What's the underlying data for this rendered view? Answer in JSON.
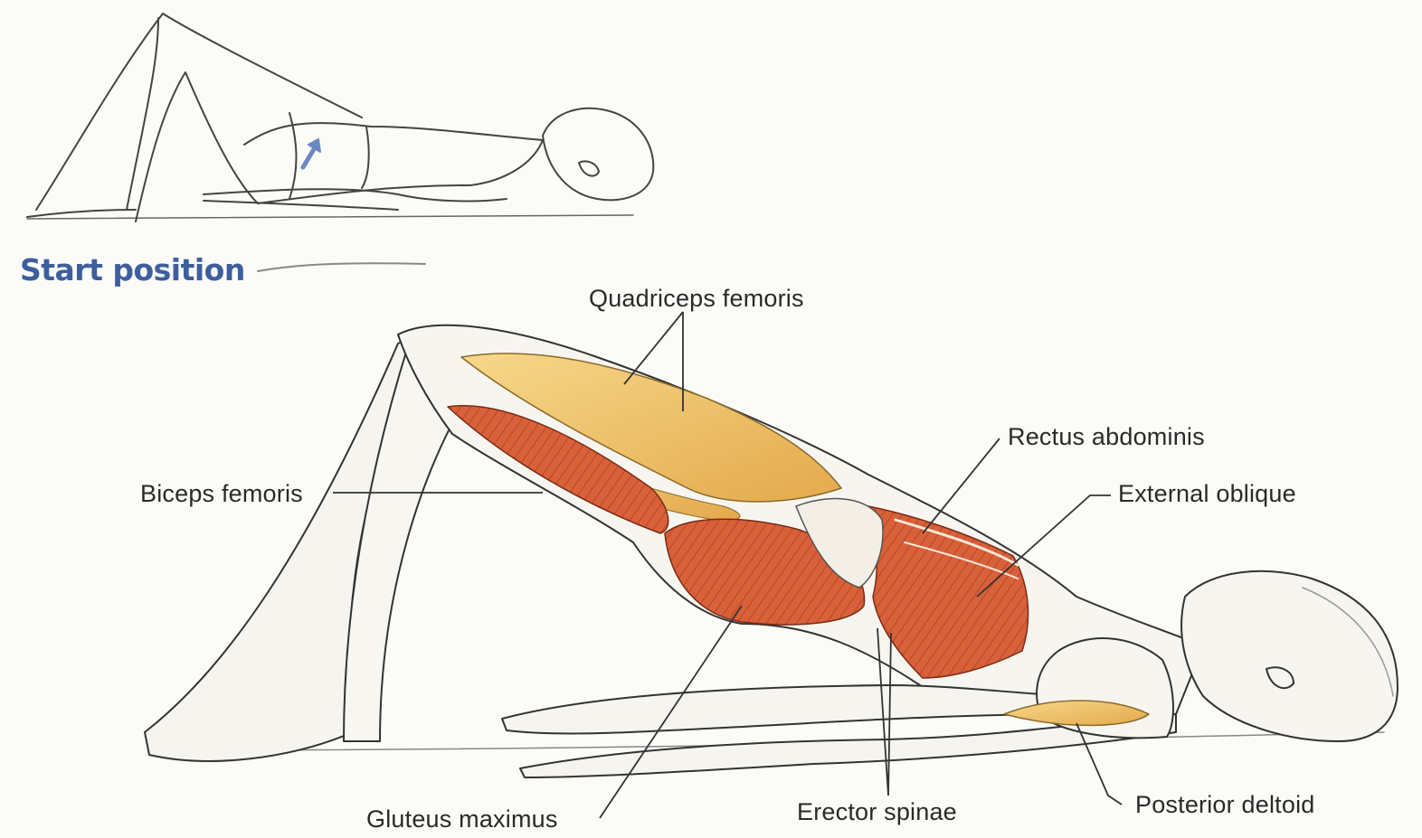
{
  "start_position_caption": "Start position",
  "muscle_labels": {
    "quadriceps_femoris": "Quadriceps femoris",
    "rectus_abdominis": "Rectus abdominis",
    "external_oblique": "External oblique",
    "biceps_femoris": "Biceps femoris",
    "gluteus_maximus": "Gluteus maximus",
    "erector_spinae": "Erector spinae",
    "posterior_deltoid": "Posterior deltoid"
  },
  "colors": {
    "background": "#fbfbf8",
    "outline": "#3a3a3a",
    "muscle_red": "#d9613a",
    "muscle_yellow": "#eab75a",
    "caption_blue": "#3d5f9e"
  }
}
